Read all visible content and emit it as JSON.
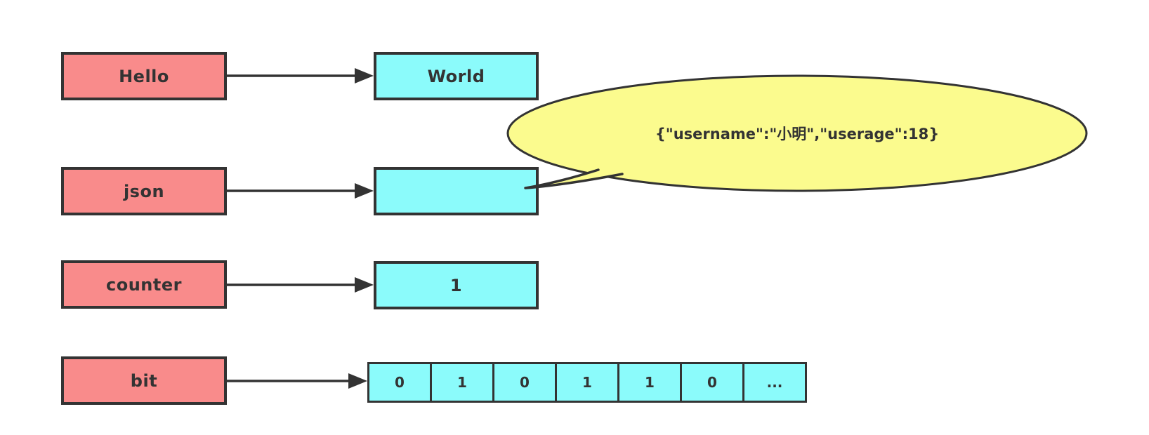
{
  "diagram": {
    "rows": [
      {
        "key": "Hello",
        "value": "World"
      },
      {
        "key": "json",
        "value": ""
      },
      {
        "key": "counter",
        "value": "1"
      },
      {
        "key": "bit",
        "bits": [
          "0",
          "1",
          "0",
          "1",
          "1",
          "0",
          "..."
        ]
      }
    ],
    "bubble": {
      "text": "{\"username\":\"小明\",\"userage\":18}"
    },
    "colors": {
      "key_box_fill": "#F98B8B",
      "value_box_fill": "#8BFBFB",
      "bubble_fill": "#FBFB8E",
      "outline": "#333333",
      "arrow": "#333333",
      "text": "#333333"
    }
  }
}
